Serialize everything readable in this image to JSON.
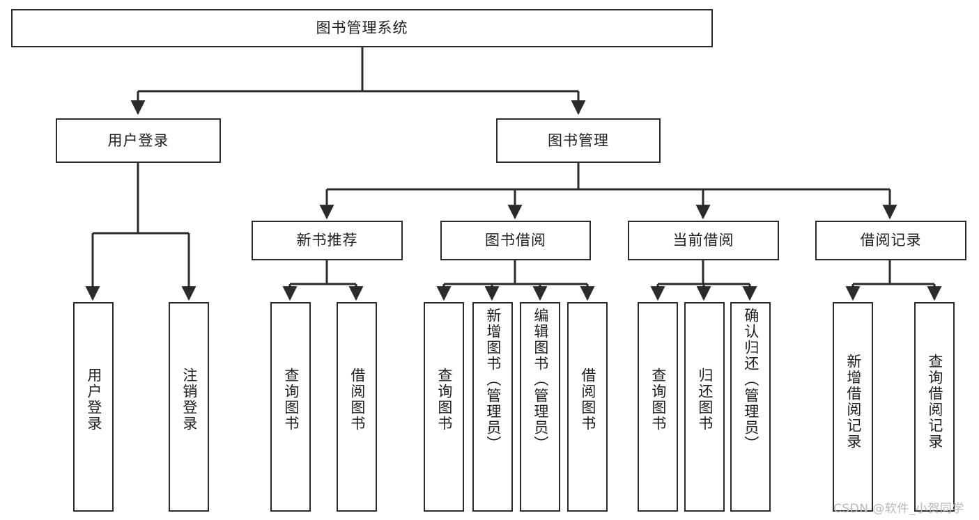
{
  "diagram": {
    "type": "tree",
    "title": "图书管理系统",
    "root": {
      "id": "root",
      "label": "图书管理系统"
    },
    "level2": [
      {
        "id": "user-login",
        "label": "用户登录"
      },
      {
        "id": "book-manage",
        "label": "图书管理"
      }
    ],
    "level3": [
      {
        "id": "new-book-rec",
        "label": "新书推荐",
        "parent": "book-manage"
      },
      {
        "id": "book-borrow",
        "label": "图书借阅",
        "parent": "book-manage"
      },
      {
        "id": "current-borrow",
        "label": "当前借阅",
        "parent": "book-manage"
      },
      {
        "id": "borrow-record",
        "label": "借阅记录",
        "parent": "book-manage"
      }
    ],
    "leaves": [
      {
        "id": "leaf-user-login",
        "label": "用户登录",
        "parent": "user-login"
      },
      {
        "id": "leaf-logout",
        "label": "注销登录",
        "parent": "user-login"
      },
      {
        "id": "leaf-query-book-1",
        "label": "查询图书",
        "parent": "new-book-rec"
      },
      {
        "id": "leaf-borrow-book-1",
        "label": "借阅图书",
        "parent": "new-book-rec"
      },
      {
        "id": "leaf-query-book-2",
        "label": "查询图书",
        "parent": "book-borrow"
      },
      {
        "id": "leaf-add-book",
        "label": "新增图书（管理员）",
        "parent": "book-borrow"
      },
      {
        "id": "leaf-edit-book",
        "label": "编辑图书（管理员）",
        "parent": "book-borrow"
      },
      {
        "id": "leaf-borrow-book-2",
        "label": "借阅图书",
        "parent": "book-borrow"
      },
      {
        "id": "leaf-query-book-3",
        "label": "查询图书",
        "parent": "current-borrow"
      },
      {
        "id": "leaf-return-book",
        "label": "归还图书",
        "parent": "current-borrow"
      },
      {
        "id": "leaf-confirm-return",
        "label": "确认归还（管理员）",
        "parent": "current-borrow"
      },
      {
        "id": "leaf-add-record",
        "label": "新增借阅记录",
        "parent": "borrow-record"
      },
      {
        "id": "leaf-query-record",
        "label": "查询借阅记录",
        "parent": "borrow-record"
      }
    ],
    "colors": {
      "stroke": "#2b2b2b",
      "fill": "#ffffff",
      "text": "#1f1f1f",
      "watermark": "#b9b9b9"
    }
  },
  "watermark": {
    "text": "CSDN @软件_小贺同学"
  }
}
